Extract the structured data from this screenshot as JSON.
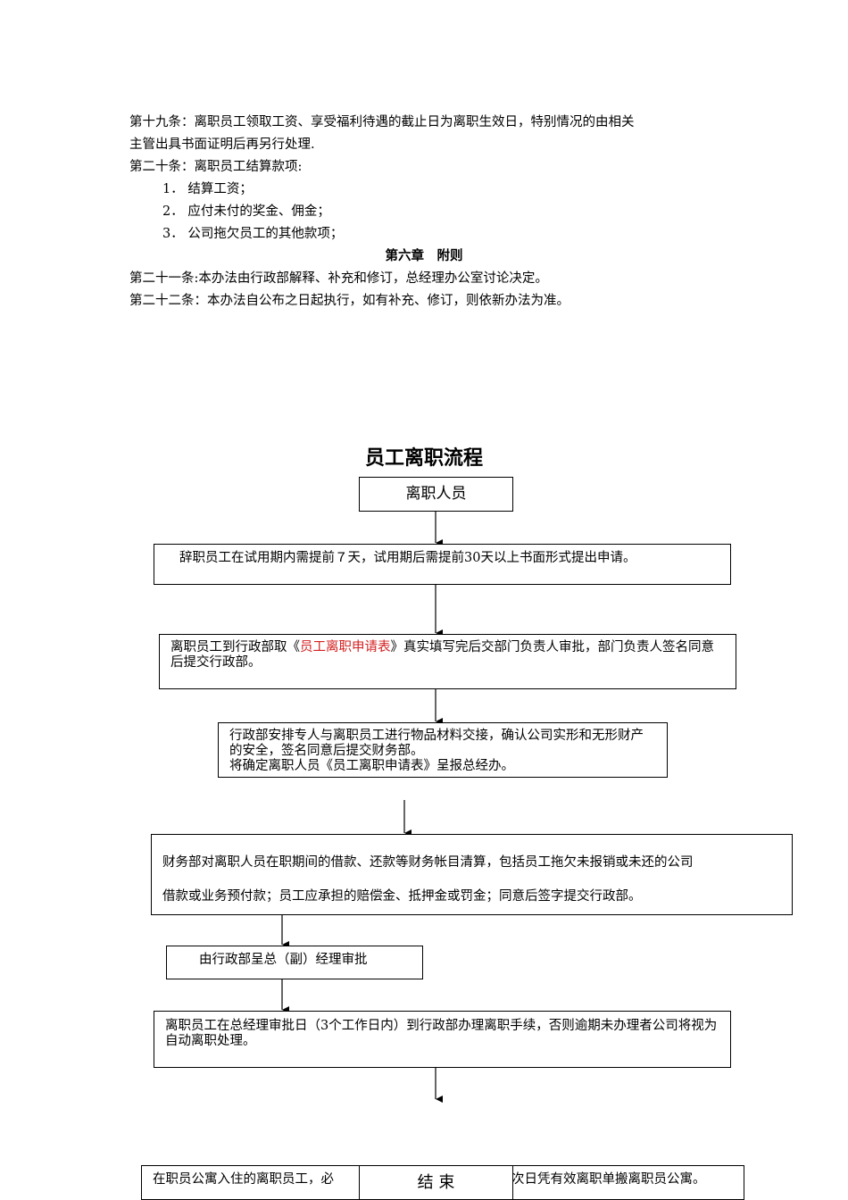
{
  "text_lines": {
    "a19_1": "第十九条：离职员工领取工资、享受福利待遇的截止日为离职生效日，特别情况的由相关",
    "a19_2": "主管出具书面证明后再另行处理.",
    "a20": "第二十条：离职员工结算款项:",
    "item1": "1． 结算工资；",
    "item2": "2． 应付未付的奖金、佣金；",
    "item3": "3． 公司拖欠员工的其他款项；",
    "chapter6": "第六章　附则",
    "a21": "第二十一条:本办法由行政部解释、补充和修订，总经理办公室讨论决定。",
    "a22": "第二十二条：本办法自公布之日起执行，如有补充、修订，则依新办法为准。"
  },
  "flow": {
    "title": "员工离职流程",
    "start": "离职人员",
    "step1": "辞职员工在试用期内需提前７天，试用期后需提前30天以上书面形式提出申请。",
    "step2_pre": "离职员工到行政部取《",
    "step2_link": "员工离职申请表",
    "step2_post": "》真实填写完后交部门负责人审批，部门负责人签名同意后提交行政部。",
    "step3_a": "行政部安排专人与离职员工进行物品材料交接，确认公司实形和无形财产的安全，签名同意后提交财务部。",
    "step3_b": "将确定离职人员《员工离职申请表》呈报总经办。",
    "step4_a": "财务部对离职人员在职期间的借款、还款等财务帐目清算，包括员工拖欠未报销或未还的公司",
    "step4_b": "借款或业务预付款；员工应承担的赔偿金、抵押金或罚金；同意后签字提交行政部。",
    "step5": "由行政部呈总（副）经理审批",
    "step6": "离职员工在总经理审批日（3个工作日内）到行政部办理离职手续，否则逾期未办理者公司将视为自动离职处理。",
    "step7_left": "在职员公寓入住的离职员工，必",
    "step7_right": "次日凭有效离职单搬离职员公寓。",
    "end": "结 束"
  },
  "colors": {
    "link_red": "#d42020",
    "border": "#000000"
  }
}
